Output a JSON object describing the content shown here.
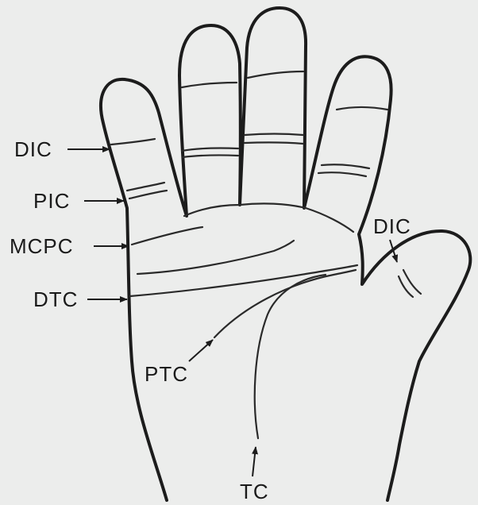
{
  "figure": {
    "labels": {
      "dic_left": "DIC",
      "pic": "PIC",
      "mcpc": "MCPC",
      "dtc": "DTC",
      "dic_thumb": "DIC",
      "ptc": "PTC",
      "tc": "TC"
    }
  },
  "colors": {
    "background": "#ecedec",
    "ink": "#1c1c1c"
  }
}
